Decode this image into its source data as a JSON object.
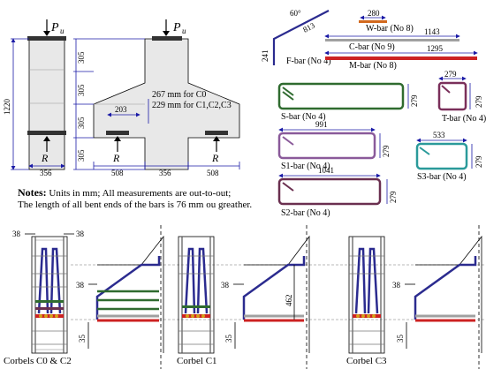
{
  "colors": {
    "dimension": "#1a1aa6",
    "bar_f": "#2b2b8f",
    "bar_w": "#d2691e",
    "bar_c": "#a0a0a0",
    "bar_m": "#cc2222",
    "bar_s": "#2f6b2f",
    "bar_t": "#7a2f5a",
    "bar_s1": "#8a5a9a",
    "bar_s2": "#6a2f4f",
    "bar_s3": "#2a9a9a",
    "concrete": "#e8e8e8",
    "plate": "#333333"
  },
  "specimen_left": {
    "load_label": "P",
    "load_sub": "u",
    "reaction_label": "R",
    "height_dim": "1220",
    "width_dim": "356"
  },
  "specimen_right": {
    "load_label": "P",
    "load_sub": "u",
    "reaction_left": "R",
    "reaction_right": "R",
    "vertical_dims": [
      "305",
      "305",
      "305",
      "305"
    ],
    "inner_dim": "203",
    "callout_line1": "267 mm for C0",
    "callout_line2": "229 mm for C1,C2,C3",
    "bottom_dims": [
      "508",
      "356",
      "508"
    ]
  },
  "bars": {
    "f_bar": {
      "label": "F-bar (No 4)",
      "angle": "60°",
      "length": "813",
      "height": "241"
    },
    "w_bar": {
      "label": "W-bar (No 8)",
      "length": "280"
    },
    "c_bar": {
      "label": "C-bar (No 9)",
      "length": "1143"
    },
    "m_bar": {
      "label": "M-bar (No 8)",
      "length": "1295"
    },
    "s_bar": {
      "label": "S-bar (No 4)",
      "height": "279"
    },
    "t_bar": {
      "label": "T-bar (No 4)",
      "width": "279",
      "height": "279"
    },
    "s1_bar": {
      "label": "S1-bar (No 4)",
      "length": "991",
      "height": "279"
    },
    "s3_bar": {
      "label": "S3-bar (No 4)",
      "length": "533",
      "height": "279"
    },
    "s2_bar": {
      "label": "S2-bar (No 4)",
      "length": "1041",
      "height": "279"
    }
  },
  "notes": {
    "heading": "Notes:",
    "line1": " Units in mm; All measurements are out-to-out;",
    "line2": "The length of all bent ends of the bars is 76 mm ou greather."
  },
  "details": {
    "dim_38_left": "38",
    "dim_38_right": "38",
    "dim_38_a": "38",
    "dim_38_b": "38",
    "dim_38_c": "38",
    "dim_35_a": "35",
    "dim_35_b": "35",
    "dim_35_c": "35",
    "dim_462": "462",
    "caption_c0_c2": "Corbels C0 & C2",
    "caption_c1": "Corbel  C1",
    "caption_c3": "Corbel  C3"
  }
}
